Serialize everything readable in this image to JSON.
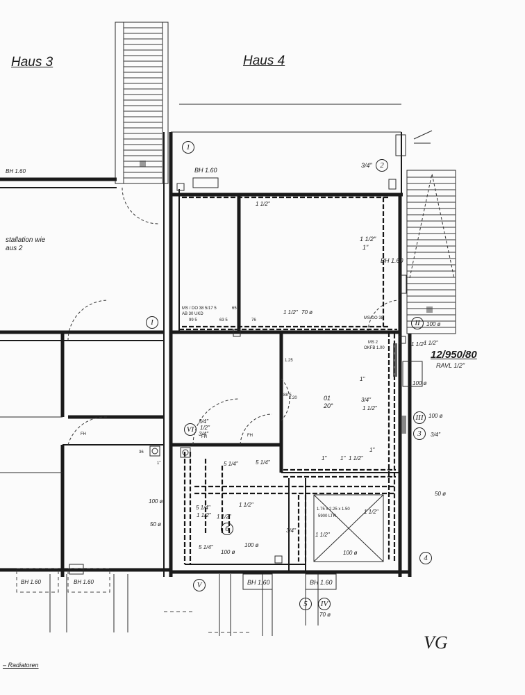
{
  "header": {
    "house_left": "Haus 3",
    "house_right": "Haus 4"
  },
  "sheet_code": {
    "number": "12/950/80",
    "sub": "RAVL  1/2\""
  },
  "left_note": [
    "stallation  wie",
    "aus   2"
  ],
  "circle_markers": [
    {
      "id": "m1",
      "text": "1"
    },
    {
      "id": "m2",
      "text": "2"
    },
    {
      "id": "m3",
      "text": "3"
    },
    {
      "id": "m4",
      "text": "4"
    },
    {
      "id": "m5",
      "text": "5"
    },
    {
      "id": "m6",
      "text": "6"
    },
    {
      "id": "mI",
      "text": "I"
    },
    {
      "id": "mII",
      "text": "II"
    },
    {
      "id": "mIII",
      "text": "III"
    },
    {
      "id": "mIV",
      "text": "IV"
    },
    {
      "id": "mV",
      "text": "V"
    },
    {
      "id": "mVI",
      "text": "VI"
    }
  ],
  "labels": {
    "bh160_left": "BH 1.60",
    "bh160_top": "BH 1.60",
    "bh160_right": "BH 1.60",
    "bh160_bottom_mid": "BH 1.60",
    "bh160_bottom_right": "BH 1.60",
    "bh160_bottom_left_a": "BH 1.60",
    "bh160_bottom_left_b": "BH 1.60",
    "d314_top": "3/4\"",
    "d112_top": "1 1/2\"",
    "d112_right_a": "1 1/2\"",
    "d1_right_a": "1\"",
    "msdo_top": "MS / DO 38 5/17 5",
    "ab30": "AB 30   UKD",
    "d99": "99 5",
    "d635": "63 5",
    "d65": "65",
    "d76": "76",
    "d112_mid": "1 1/2\"",
    "d70_mid": "70 ø",
    "msdo_right": "MS/DO 38",
    "ms2": "MS 2",
    "okfb": "OKFB 1.00",
    "d100_ii": "100 ø",
    "d112_ii": "1 1/2\"",
    "d125": "1.25",
    "room_num": "01",
    "room_temp": "20°",
    "d88": "88 5",
    "d220": "2.20",
    "d1_room": "1\"",
    "d314_room": "3/4\"",
    "d112_room": "1 1/2\"",
    "d100_room": "100 ø",
    "d100_iii": "100 ø",
    "d314_3": "3/4\"",
    "d1_lower": "1\"",
    "vi_a": "3/4\"",
    "vi_b": "1/2\"",
    "vi_c": "3/4\"",
    "fh_a": "FH",
    "fh_b": "FH",
    "fh_c": "FH",
    "d514_a": "5 1/4\"",
    "d514_b": "5 1/4\"",
    "d1_c": "1\"",
    "d1_d": "1\"",
    "d112_d": "1 1/2\"",
    "d112_e": "1 1/2\"",
    "d112_f": "1 1/2\"",
    "d112_g": "1 1/2\"",
    "d100_left": "100 ø",
    "d50_left": "50 ø",
    "d514_c": "5 1/4\"",
    "d112_h": "1 1/2\"",
    "tank_dims": "1.75 x 2.25 x 1.50",
    "tank_vol": "5900  LTR.",
    "d314_tank": "3/4\"",
    "d112_tank": "1 1/2\"",
    "d100_tank": "100 ø",
    "d50_right": "50 ø",
    "d112_right_b": "1 1/2\"",
    "d514_d": "5 1/4\"",
    "d100_e": "100 ø",
    "d100_f": "100 ø",
    "d70_bottom": "70 ø",
    "d36": "36",
    "d1_left": "1\"",
    "legend": "– Radiatoren"
  },
  "signature": "VG"
}
